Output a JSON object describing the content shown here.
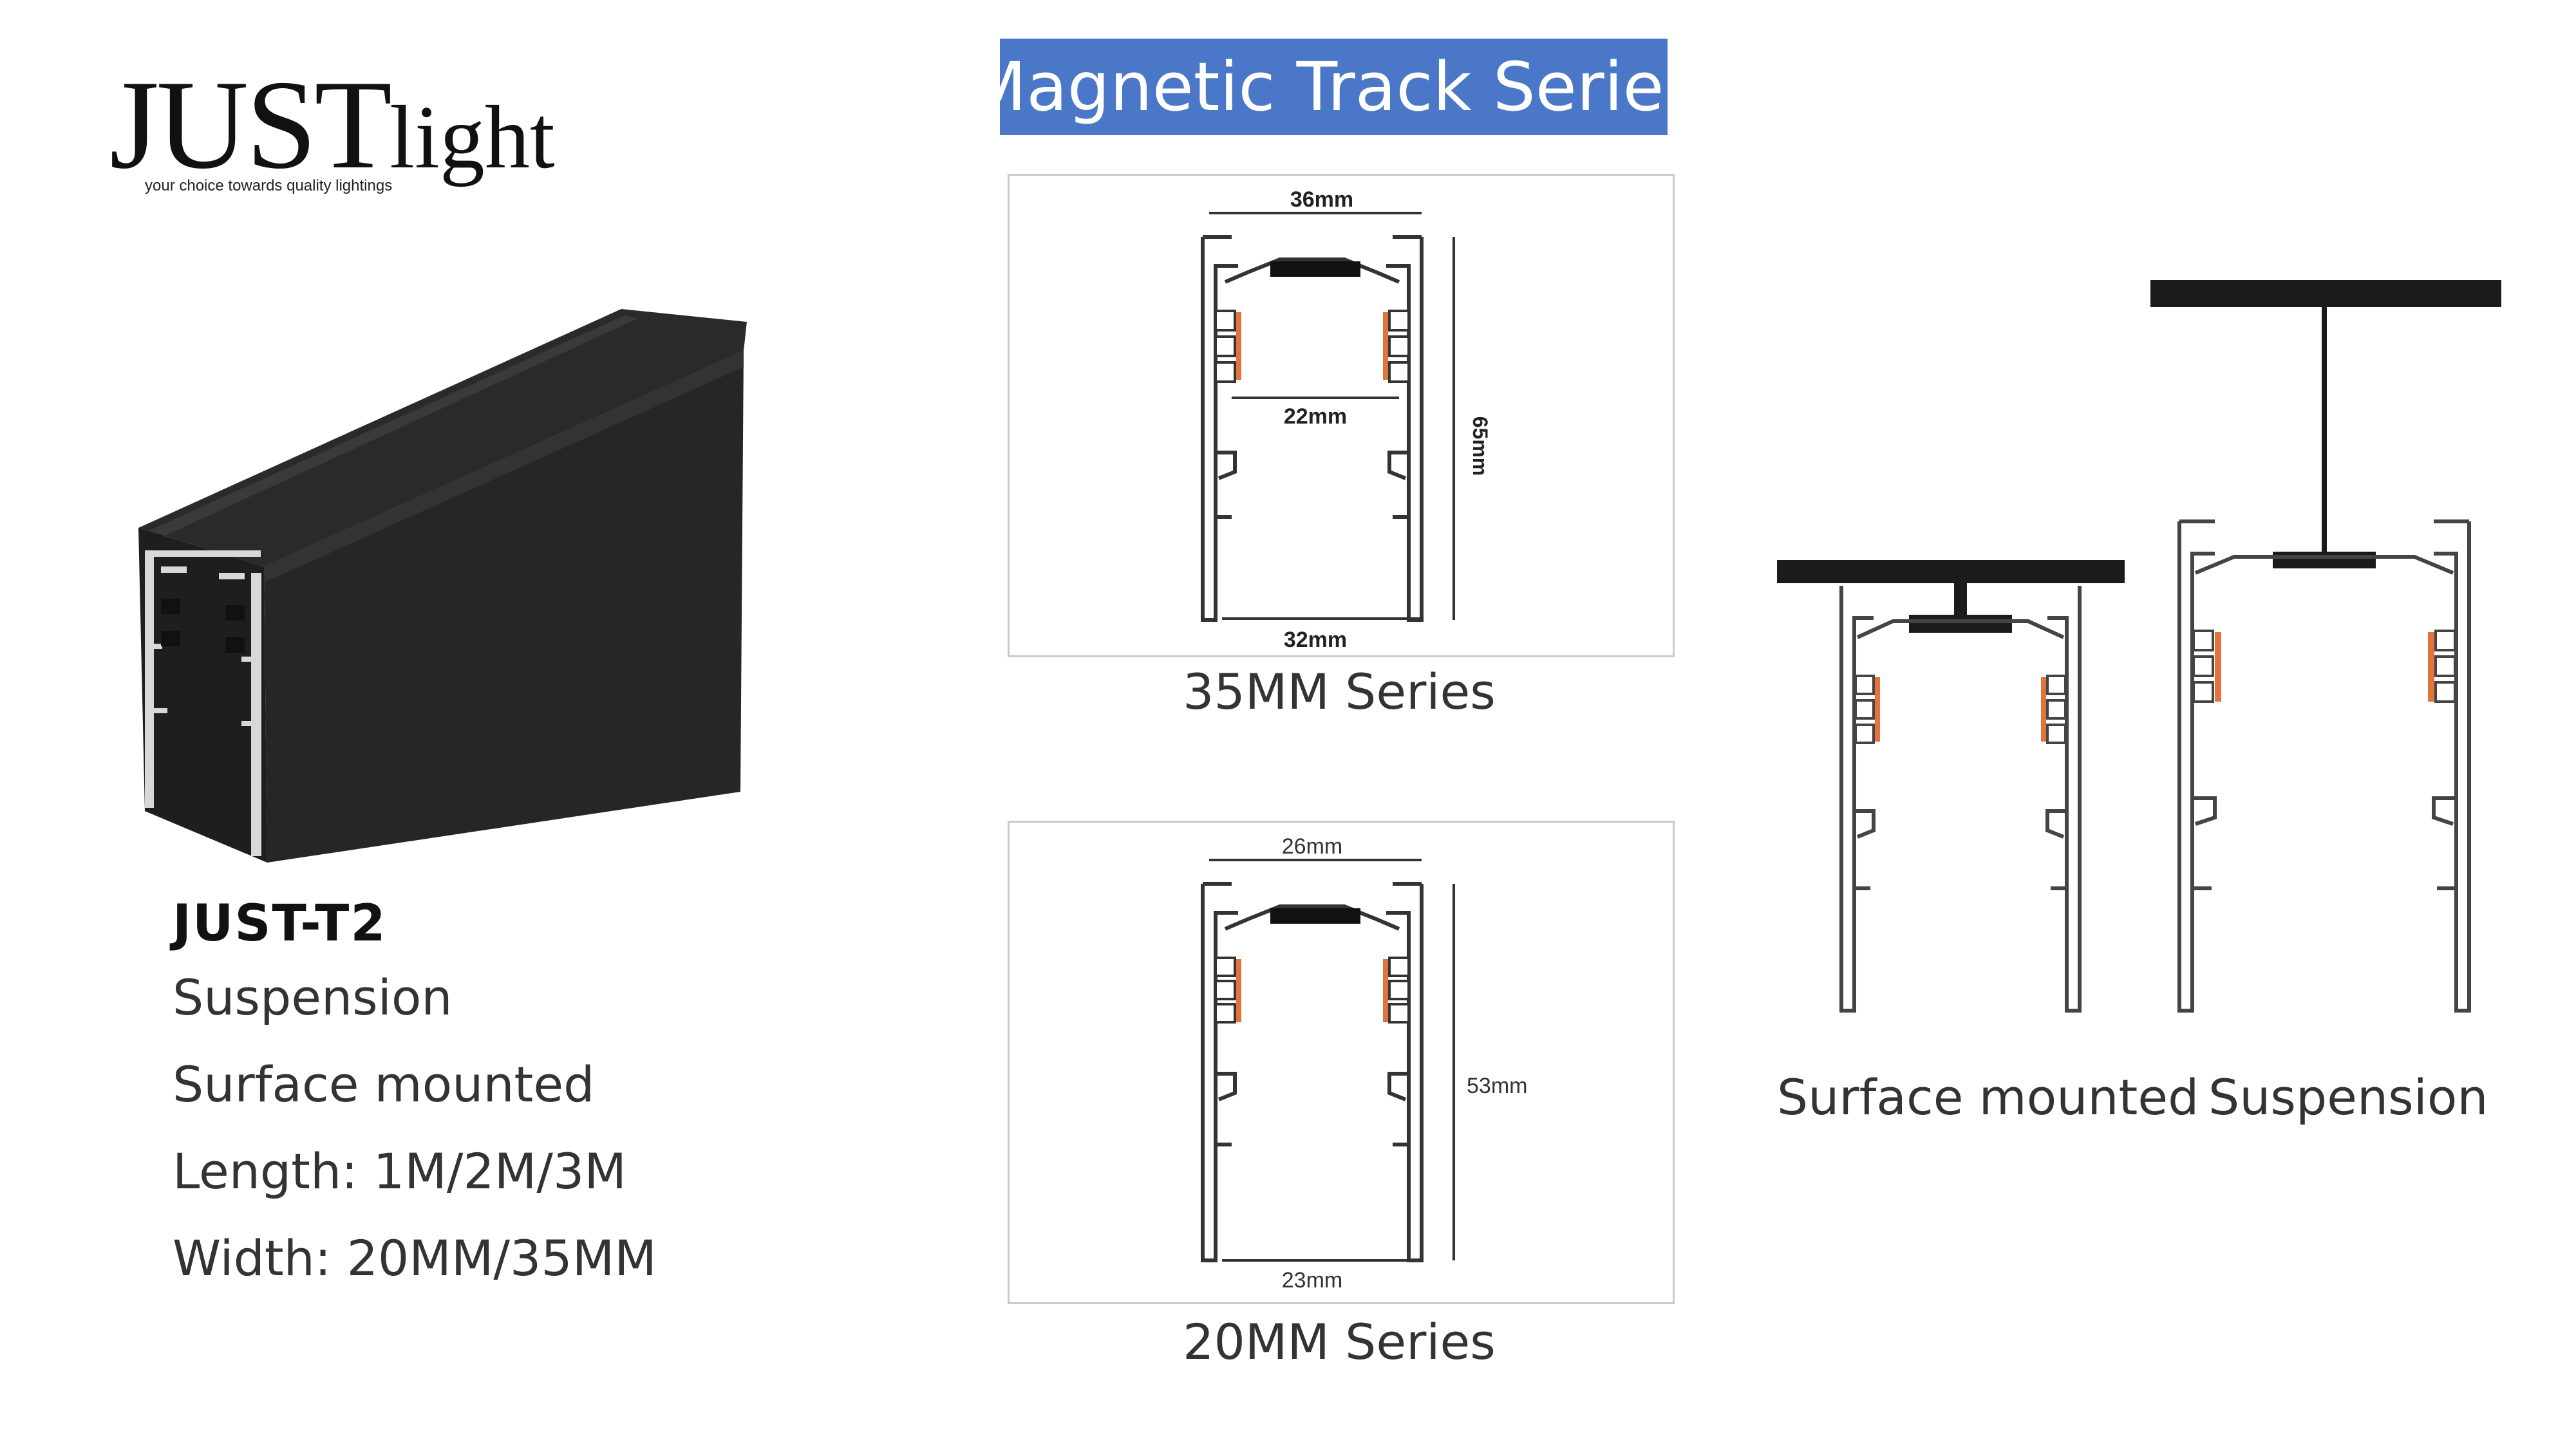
{
  "logo": {
    "main_a": "JUST",
    "main_b": "light",
    "tagline": "your choice towards quality lightings"
  },
  "header": {
    "title": "Magnetic Track Series"
  },
  "product": {
    "model": "JUST-T2",
    "specs": [
      "Suspension",
      "Surface mounted",
      "Length: 1M/2M/3M",
      "Width: 20MM/35MM"
    ]
  },
  "diagram_35": {
    "caption": "35MM Series",
    "dim_top": "36mm",
    "dim_mid": "22mm",
    "dim_bottom": "32mm",
    "dim_height": "65mm"
  },
  "diagram_20": {
    "caption": "20MM Series",
    "dim_top": "26mm",
    "dim_bottom": "23mm",
    "dim_height": "53mm"
  },
  "mounting": {
    "surface_label": "Surface mounted",
    "suspension_label": "Suspension"
  },
  "colors": {
    "banner": "#4a77c8",
    "profile_black": "#1b1b1b",
    "clip_orange": "#e2733a"
  }
}
